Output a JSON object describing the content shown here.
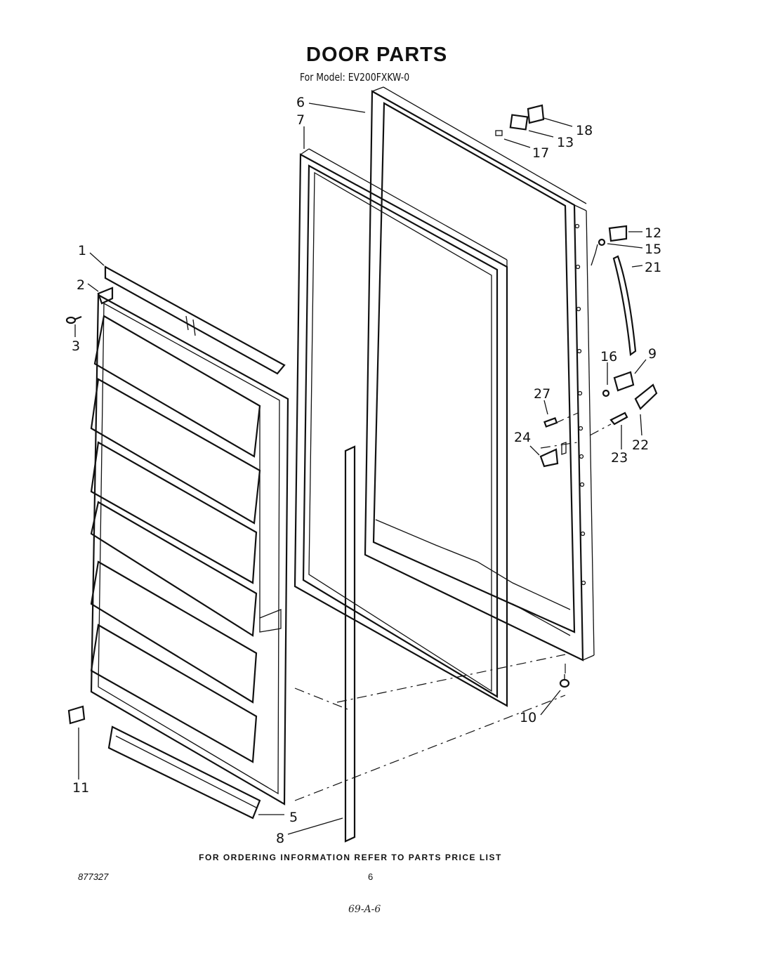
{
  "title": "DOOR PARTS",
  "subtitle": "For Model: EV200FXKW-0",
  "footer_note": "FOR ORDERING INFORMATION REFER TO PARTS PRICE LIST",
  "ref_number": "877327",
  "page_number": "6",
  "handwritten_code": "69-A-6",
  "callouts": [
    "1",
    "2",
    "3",
    "5",
    "6",
    "7",
    "8",
    "9",
    "10",
    "11",
    "12",
    "13",
    "15",
    "16",
    "17",
    "18",
    "21",
    "22",
    "23",
    "24",
    "27"
  ]
}
